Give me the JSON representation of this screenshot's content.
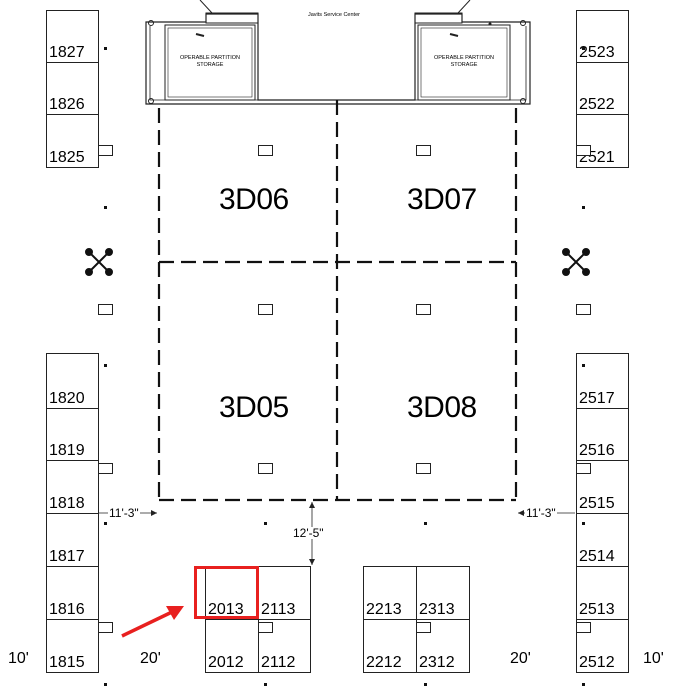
{
  "service_center": {
    "title": "Javits Service Center"
  },
  "storage": {
    "label_line1": "OPERABLE PARTITION",
    "label_line2": "STORAGE"
  },
  "rooms": {
    "r1": "3D06",
    "r2": "3D07",
    "r3": "3D05",
    "r4": "3D08"
  },
  "left_column": [
    "1827",
    "1826",
    "1825",
    "1820",
    "1819",
    "1818",
    "1817",
    "1816",
    "1815"
  ],
  "right_column": [
    "2523",
    "2522",
    "2521",
    "2517",
    "2516",
    "2515",
    "2514",
    "2513",
    "2512"
  ],
  "island_a": {
    "top_left": "2013",
    "top_right": "2113",
    "bottom_left": "2012",
    "bottom_right": "2112"
  },
  "island_b": {
    "top_left": "2213",
    "top_right": "2313",
    "bottom_left": "2212",
    "bottom_right": "2312"
  },
  "dimensions": {
    "left_gap": "11'-3\"",
    "right_gap": "11'-3\"",
    "center_gap": "12'-5\"",
    "aisle_left": "20'",
    "aisle_right": "20'",
    "edge_left": "10'",
    "edge_right": "10'"
  },
  "highlight": {
    "booth": "2013",
    "color": "#e8201f"
  },
  "colors": {
    "line": "#222222",
    "highlight": "#e8201f"
  }
}
